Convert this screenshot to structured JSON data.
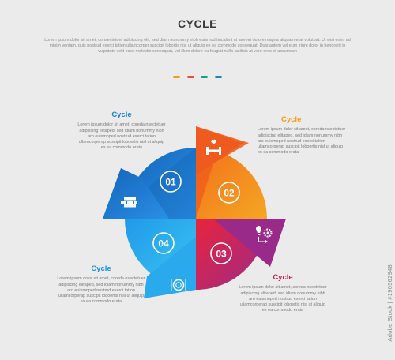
{
  "header": {
    "title": "CYCLE",
    "description": "Lorem ipsum dolor sit amet, consectetuer adipiscing elit, sed diam nonummy nibh euismod tincidunt ut laoreet dolore magna aliquam erat volutpat. Ut wisi enim ad minim veniam, quis nostrud exerci tation ullamcorper suscipit lobortis nisl ut aliquip ex ea commodo consequat. Duis autem vel eum iriure dolor in hendrerit in vulputate velit esse molestie consequat, vel illum dolore eu feugiat nulla facilisis at vero eros et accumsan",
    "dot_colors": [
      "#f39c12",
      "#e74c3c",
      "#16a085",
      "#2980b9"
    ]
  },
  "steps": [
    {
      "number": "01",
      "heading": "Cycle",
      "text": "Lorem ipsum dolor sit amet, coreda nsectetuer adipiscing elitaped, sed idiam nonummy nibh aro euismoped nostrud exerci tation ullamcorperap suscipit loboertis nisl ut aliquip ex ea commodo erata",
      "icon": "brick-wall-icon",
      "color": "#1a7fd6"
    },
    {
      "number": "02",
      "heading": "Cycle",
      "text": "Lorem ipsum dolor sit amet, coreda nsectetuer adipiscing elitaped, sed idiam nonummy nibh aro euismoped nostrud exerci tation ullamcorperap suscipit loboertis nisl ut aliquip ex ea commodo erata",
      "icon": "dumbbell-heart-icon",
      "color": "#f39c12"
    },
    {
      "number": "03",
      "heading": "Cycle",
      "text": "Lorem ipsum dolor sit amet, coreda nsectetuer adipiscing elitaped, sed idiam nonummy nibh aro euismoped nostrud exerci tation ullamcorperap suscipit loboertis nisl ut aliquip ex ea commodo erata",
      "icon": "gear-idea-icon",
      "color": "#c0235a"
    },
    {
      "number": "04",
      "heading": "Cycle",
      "text": "Lorem ipsum dolor sit amet, coreda nsectetuer adipiscing elitaped, sed idiam nonummy nibh aro euismoped nostrud exerci tation ullamcorperap suscipit loboertis nisl ut aliquip ex ea commodo erata",
      "icon": "meal-plate-icon",
      "color": "#1f8fe0"
    }
  ],
  "watermark": "Adobe Stock | #190362948"
}
